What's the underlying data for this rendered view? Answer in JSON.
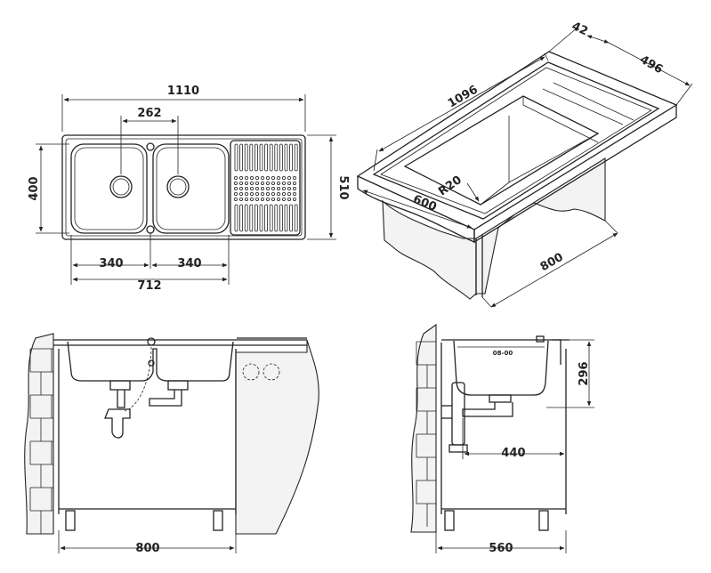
{
  "dimensions": {
    "top_width": "1110",
    "bowl_spacing": "262",
    "height_left": "400",
    "height_right": "510",
    "bowl_left": "340",
    "bowl_right": "340",
    "bowls_total": "712",
    "iso_length": "1096",
    "iso_edge": "42",
    "iso_depth": "496",
    "iso_radius": "R20",
    "iso_cabinet_depth": "600",
    "iso_cabinet_width": "800",
    "front_cabinet": "800",
    "side_depth_total": "560",
    "side_drain_offset": "440",
    "side_height": "296"
  },
  "side_label": "08-00"
}
